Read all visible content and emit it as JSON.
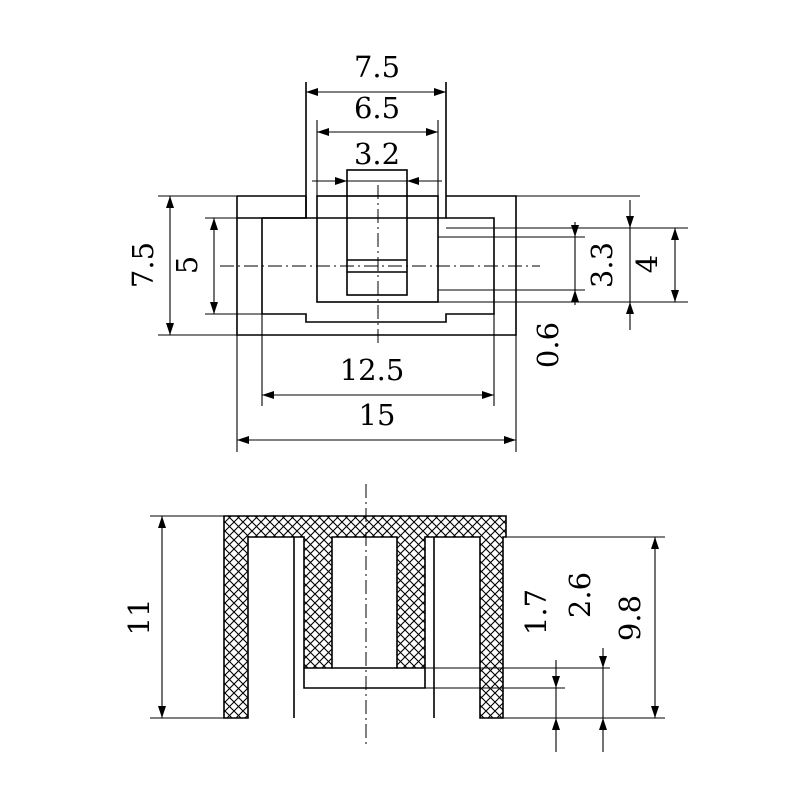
{
  "top_view": {
    "dims": {
      "outer_top_width": "7.5",
      "inner_top_width": "6.5",
      "slot_width": "3.2",
      "left_height": "7.5",
      "left_inner_height": "5",
      "right_slot_height": "3.3",
      "right_height": "4",
      "wall": "0.6",
      "inner_width": "12.5",
      "overall_width": "15"
    }
  },
  "front_view": {
    "dims": {
      "total_height": "11",
      "floor": "1.7",
      "floor_top": "2.6",
      "pin_height": "9.8"
    }
  }
}
